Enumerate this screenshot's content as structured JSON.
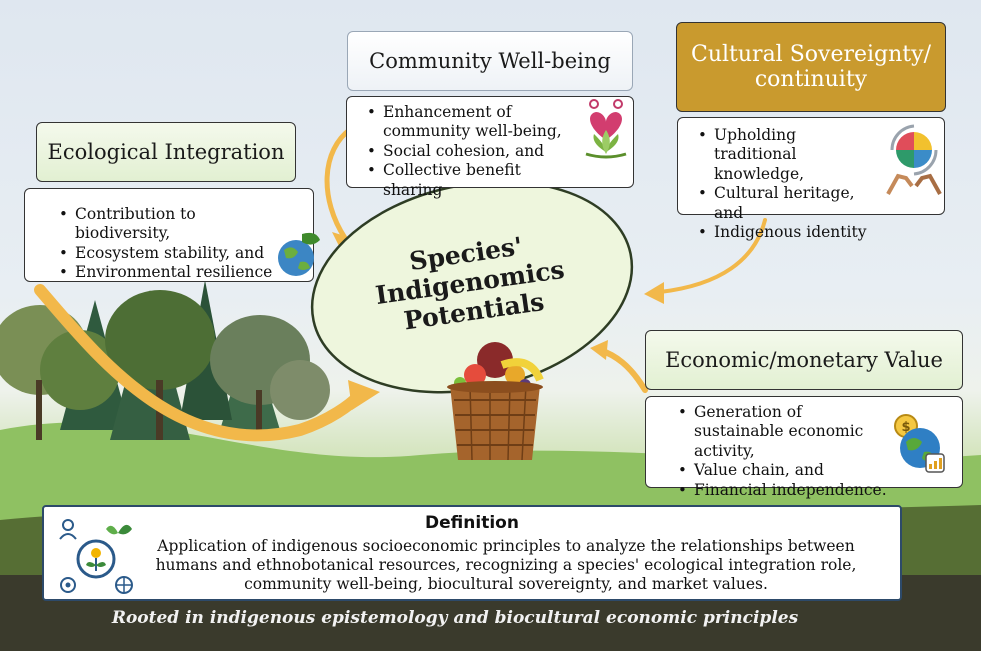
{
  "center": {
    "title_line1": "Species'",
    "title_line2": "Indigenomics",
    "title_line3": "Potentials"
  },
  "ecological": {
    "title": "Ecological Integration",
    "items": [
      "Contribution to biodiversity,",
      "Ecosystem stability, and",
      "Environmental resilience"
    ]
  },
  "community": {
    "title": "Community Well-being",
    "items": [
      "Enhancement of community well-being,",
      "Social cohesion, and",
      "Collective benefit sharing"
    ]
  },
  "cultural": {
    "title_line1": "Cultural Sovereignty/",
    "title_line2": "continuity",
    "items": [
      "Upholding traditional knowledge,",
      "Cultural heritage, and",
      "Indigenous identity"
    ]
  },
  "economic": {
    "title": "Economic/monetary Value",
    "items": [
      "Generation of sustainable economic activity,",
      "Value chain, and",
      "Financial independence."
    ]
  },
  "definition": {
    "title": "Definition",
    "text": "Application of indigenous socioeconomic principles to analyze the relationships between humans and ethnobotanical resources, recognizing a species'  ecological integration role, community well-being, biocultural sovereignty, and market values."
  },
  "footer": "Rooted in indigenous epistemology and biocultural economic principles",
  "colors": {
    "gold": "#c99a2e",
    "arrow": "#f2b84a",
    "center_fill": "#eef6dd",
    "center_stroke": "#2e3d24"
  },
  "icons": [
    "lotus-heart-icon",
    "earth-leaf-icon",
    "puzzle-hands-icon",
    "money-globe-icon",
    "fruit-basket-icon",
    "community-growth-icon"
  ]
}
